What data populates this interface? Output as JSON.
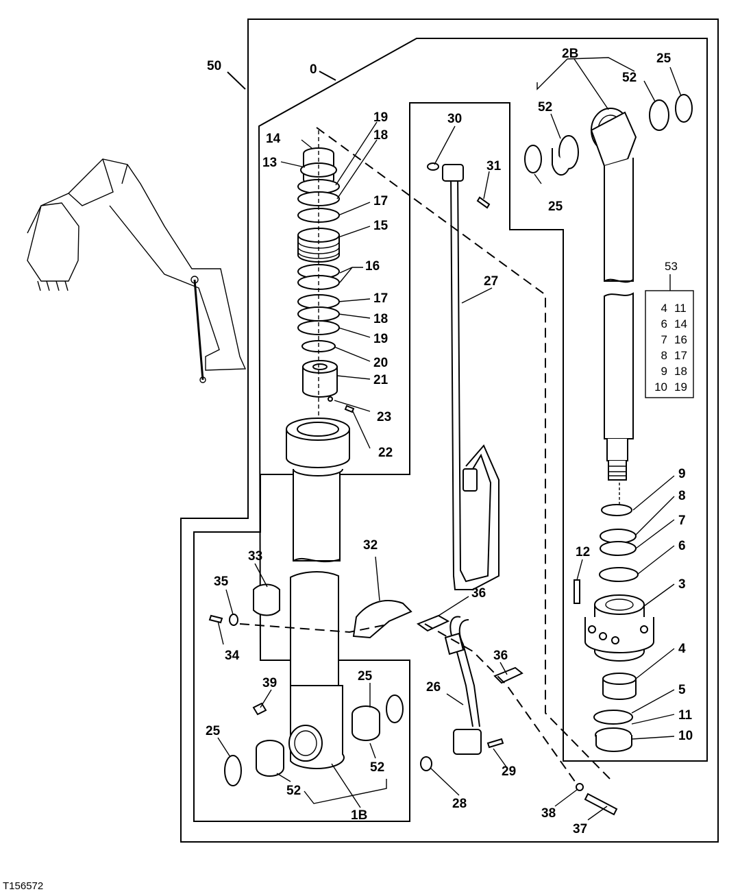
{
  "figure_id": "T156572",
  "callouts": [
    "50",
    "0",
    "14",
    "13",
    "19",
    "18",
    "17",
    "15",
    "16",
    "17",
    "18",
    "19",
    "20",
    "21",
    "23",
    "22",
    "30",
    "31",
    "27",
    "2B",
    "52",
    "25",
    "52",
    "25",
    "53",
    "9",
    "8",
    "7",
    "12",
    "6",
    "3",
    "4",
    "5",
    "11",
    "10",
    "33",
    "32",
    "35",
    "34",
    "36",
    "36",
    "39",
    "25",
    "25",
    "52",
    "52",
    "1B",
    "26",
    "29",
    "28",
    "38",
    "37"
  ],
  "kit_53": {
    "title": "53",
    "rows": [
      [
        "4",
        "11"
      ],
      [
        "6",
        "14"
      ],
      [
        "7",
        "16"
      ],
      [
        "8",
        "17"
      ],
      [
        "9",
        "18"
      ],
      [
        "10",
        "19"
      ]
    ]
  }
}
